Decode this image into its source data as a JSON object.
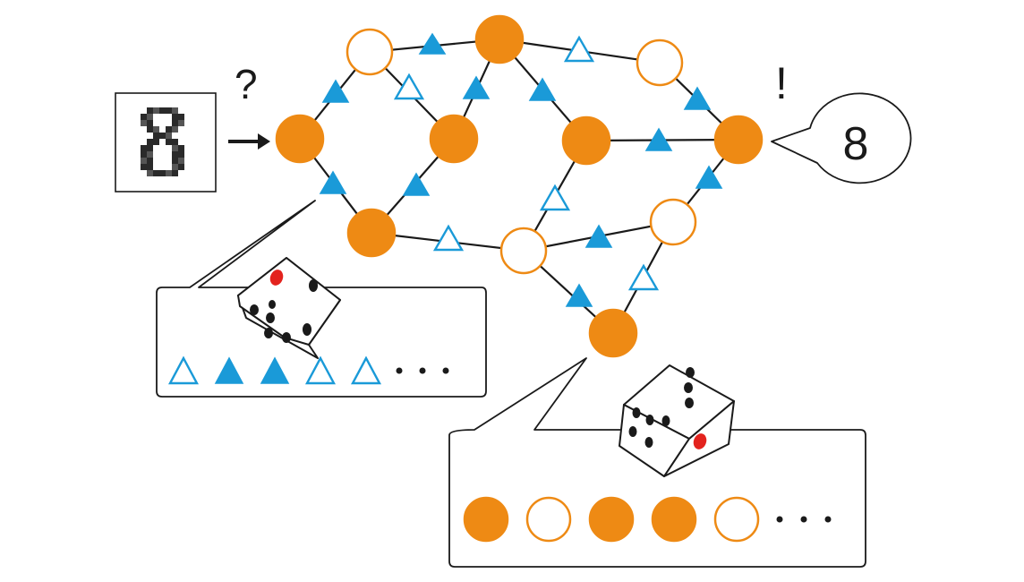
{
  "labels": {
    "question": "?",
    "exclaim": "!",
    "output_digit": "8"
  },
  "colors": {
    "orange": "#ee8a14",
    "blue": "#1a9ad8",
    "ink": "#1a1a1a",
    "red_pip": "#e3231e"
  },
  "input_digit_bitmap": [
    "..#####.",
    ".##...##",
    ".##...##",
    "..##.##.",
    "...###..",
    "..##.##.",
    ".##...##",
    ".##...##",
    ".##...##",
    ".##...##",
    "..#####."
  ],
  "triangle_sequence": [
    "empty",
    "filled",
    "filled",
    "empty",
    "empty"
  ],
  "circle_sequence": [
    "filled",
    "empty",
    "filled",
    "filled",
    "empty"
  ],
  "icons": {
    "dice": "dice-icon",
    "input": "pixel-digit-icon",
    "arrow": "arrow-right-icon"
  }
}
